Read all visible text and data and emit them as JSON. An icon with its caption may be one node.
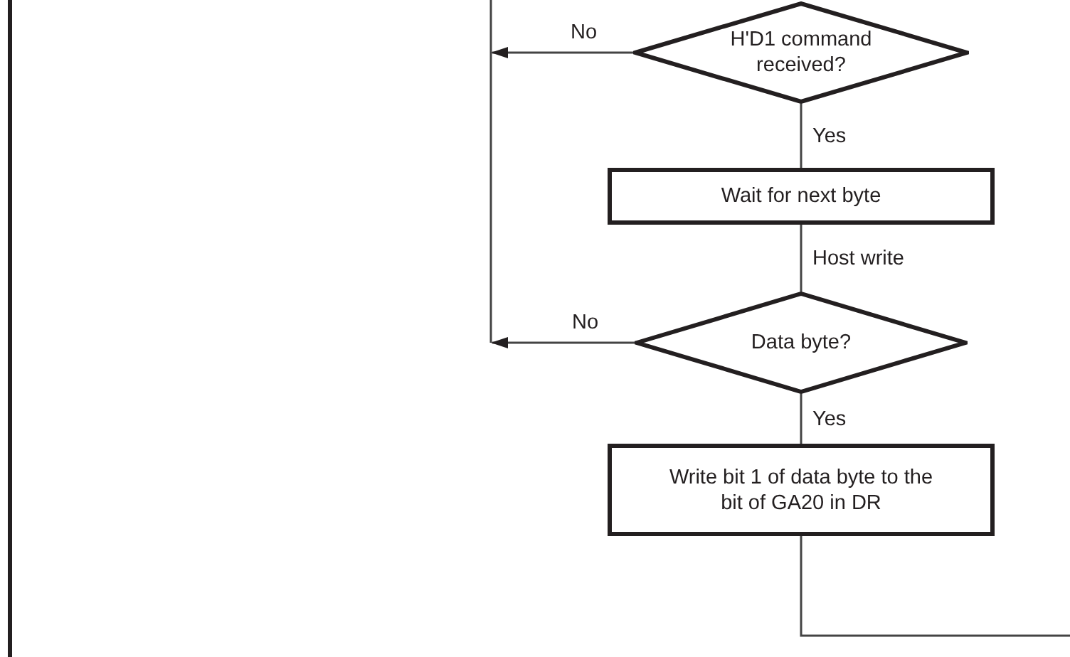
{
  "diagram": {
    "nodes": [
      {
        "text": [
          "H'D1 command received?"
        ]
      },
      {
        "text": [
          "Wait for next byte"
        ]
      },
      {
        "text": [
          "Data byte?"
        ]
      },
      {
        "text": [
          "Write bit 1 of data byte to the bit of GA20 in DR"
        ]
      }
    ],
    "edges": [
      {
        "from": 0,
        "to": null,
        "arrow": "to",
        "label": "No"
      },
      {
        "from": 0,
        "to": 1,
        "arrow": "none",
        "label": "Yes"
      },
      {
        "from": 1,
        "to": 2,
        "arrow": "none",
        "label": "Host write"
      },
      {
        "from": 2,
        "to": null,
        "arrow": "to",
        "label": "No"
      },
      {
        "from": 2,
        "to": 3,
        "arrow": "none",
        "label": "Yes"
      },
      {
        "from": 3,
        "to": null,
        "arrow": "none"
      }
    ]
  }
}
